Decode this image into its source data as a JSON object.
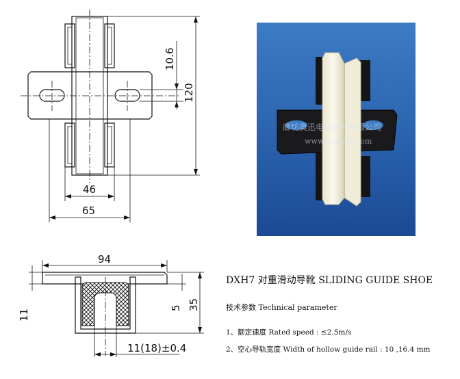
{
  "front_view": {
    "dim_top": "10.6",
    "dim_height": "120",
    "dim_inner": "46",
    "dim_outer": "65"
  },
  "section_view": {
    "dim_width": "94",
    "dim_left": "11",
    "dim_small": "5",
    "dim_height": "35",
    "dim_slot": "11(18)±0.4"
  },
  "photo": {
    "watermark_cn": "廊坊奥迅电梯配件有限公司",
    "watermark_url": "www.lfaoxun.com"
  },
  "product": {
    "title": "DXH7 对重滑动导靴    SLIDING GUIDE SHOE",
    "params_heading": "技术参数  Technical parameter",
    "param1": "1、额定速度  Rated speed : ≤2.5m/s",
    "param2": "2、空心导轨宽度  Width of hollow guide rail : 10 ,16.4 mm"
  }
}
